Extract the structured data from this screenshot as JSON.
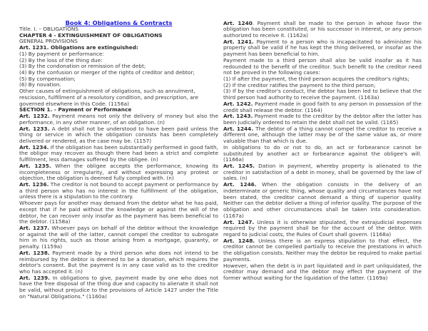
{
  "document": {
    "book_title": "Book 4: Obligations & Contracts",
    "title_line": "Title. I. – OBLIGATIONS",
    "chapter": "CHAPTER 4 - EXTINGUISHMENT OF OBLIGATIONS",
    "general": "GENERAL PROVISIONS",
    "art1231": {
      "label": "Art. 1231. Obligations are extinguished:",
      "items": [
        "(1) By payment or performance:",
        "(2) By the loss of the thing due:",
        "(3) By the condonation or remission of the debt;",
        "(4) By the confusion or merger of the rights of creditor and debtor;",
        "(5) By compensation;",
        "(6) By novation."
      ],
      "other": "Other causes of extinguishment of obligations, such as annulment, rescission, fulfillment of a resolutory condition, and prescription, are governed elsewhere in this Code. (1156a)"
    },
    "section1": "SECTION 1. - Payment or Performance",
    "left_articles": [
      {
        "num": "Art. 1232.",
        "text": " Payment means not only the delivery of money but also the performance, in any other manner, of an obligation. (n)"
      },
      {
        "num": "Art. 1233.",
        "text": " A debt shall not be understood to have been paid unless the thing or service in which the obligation consists has been completely delivered or rendered, as the case may be. (1157)"
      },
      {
        "num": "Art. 1234.",
        "text": " If the obligation has been substantially performed in good faith, the obligor may recover as though there had been a strict and complete fulfillment, less damages suffered by the obligee. (n)"
      },
      {
        "num": "Art. 1235.",
        "text": " When the obligee accepts the performance, knowing its incompleteness or irregularity, and without expressing any protest or objection, the obligation is deemed fully complied with. (n)"
      },
      {
        "num": "Art. 1236.",
        "text": " The creditor is not bound to accept payment or performance by a third person who has no interest in the fulfillment of the obligation, unless there is a stipulation to the contrary."
      },
      {
        "num": "",
        "text": "Whoever pays for another may demand from the debtor what he has paid, except that if he paid without the knowledge or against the will of the debtor, he can recover only insofar as the payment has been beneficial to the debtor. (1158a)"
      },
      {
        "num": "Art. 1237.",
        "text": " Whoever pays on behalf of the debtor without the knowledge or against the will of the latter, cannot compel the creditor to subrogate him in his rights, such as those arising from a mortgage, guaranty, or penalty. (1159a)"
      },
      {
        "num": "Art. 1238.",
        "text": " Payment made by a third person who does not intend to be reimbursed by the debtor is deemed to be a donation, which requires the debtor's consent. But the payment is in any case valid as to the creditor who has accepted it. (n)"
      },
      {
        "num": "Art. 1239.",
        "text": " In obligations to give, payment made by one who does not have the free disposal of the thing due and capacity to alienate it shall not be valid, without prejudice to the provisions of Article 1427 under the Title on \"Natural Obligations.\" (1160a)"
      }
    ],
    "right_articles": [
      {
        "num": "Art. 1240",
        "text": ". Payment shall be made to the person in whose favor the obligation has been constituted, or his successor in interest, or any person authorized to receive it. (1162a)"
      },
      {
        "num": "Art. 1241.",
        "text": " Payment to a person who is incapacitated to administer his property shall be valid if he has kept the thing delivered, or insofar as the payment has been beneficial to him."
      },
      {
        "num": "",
        "text": "Payment made to a third person shall also be valid insofar as it has redounded to the benefit of the creditor. Such benefit to the creditor need not be proved in the following cases:"
      },
      {
        "num": "",
        "text": "(1) If after the payment, the third person acquires the creditor's rights;"
      },
      {
        "num": "",
        "text": "(2) If the creditor ratifies the payment to the third person;"
      },
      {
        "num": "",
        "text": "(3) If by the creditor's conduct, the debtor has been led to believe that the third person had authority to receive the payment. (1163a)"
      },
      {
        "num": "Art. 1242.",
        "text": " Payment made in good faith to any person in possession of the credit shall release the debtor. (1164)"
      },
      {
        "num": "Art. 1243.",
        "text": " Payment made to the creditor by the debtor after the latter has been judicially ordered to retain the debt shall not be valid. (1165)"
      },
      {
        "num": "Art. 1244.",
        "text": " The debtor of a thing cannot compel the creditor to receive a different one, although the latter may be of the same value as, or more valuable than that which is due."
      },
      {
        "num": "",
        "text": "In obligations to do or not to do, an act or forbearance cannot be substituted by another act or forbearance against the obligee's will. (1166a)"
      },
      {
        "num": "Art. 1245.",
        "text": " Dation in payment, whereby property is alienated to the creditor in satisfaction of a debt in money, shall be governed by the law of sales. (n)"
      },
      {
        "num": "Art. 1246.",
        "text": " When the obligation consists in the delivery of an indeterminate or generic thing, whose quality and circumstances have not been stated, the creditor cannot demand a thing of superior quality. Neither can the debtor deliver a thing of inferior quality. The purpose of the obligation and other circumstances shall be taken into consideration. (1167a)"
      },
      {
        "num": "Art. 1247.",
        "text": " Unless it is otherwise stipulated, the extrajudicial expenses required by the payment shall be for the account of the debtor. With regard to judicial costs, the Rules of Court shall govern. (1168a)"
      },
      {
        "num": "Art. 1248.",
        "text": " Unless there is an express stipulation to that effect, the creditor cannot be compelled partially to receive the prestations in which the obligation consists. Neither may the debtor be required to make partial payments."
      },
      {
        "num": "",
        "text": "However, when the debt is in part liquidated and in part unliquidated, the creditor may demand and the debtor may effect the payment of the former without waiting for the liquidation of the latter. (1169a)"
      }
    ]
  }
}
